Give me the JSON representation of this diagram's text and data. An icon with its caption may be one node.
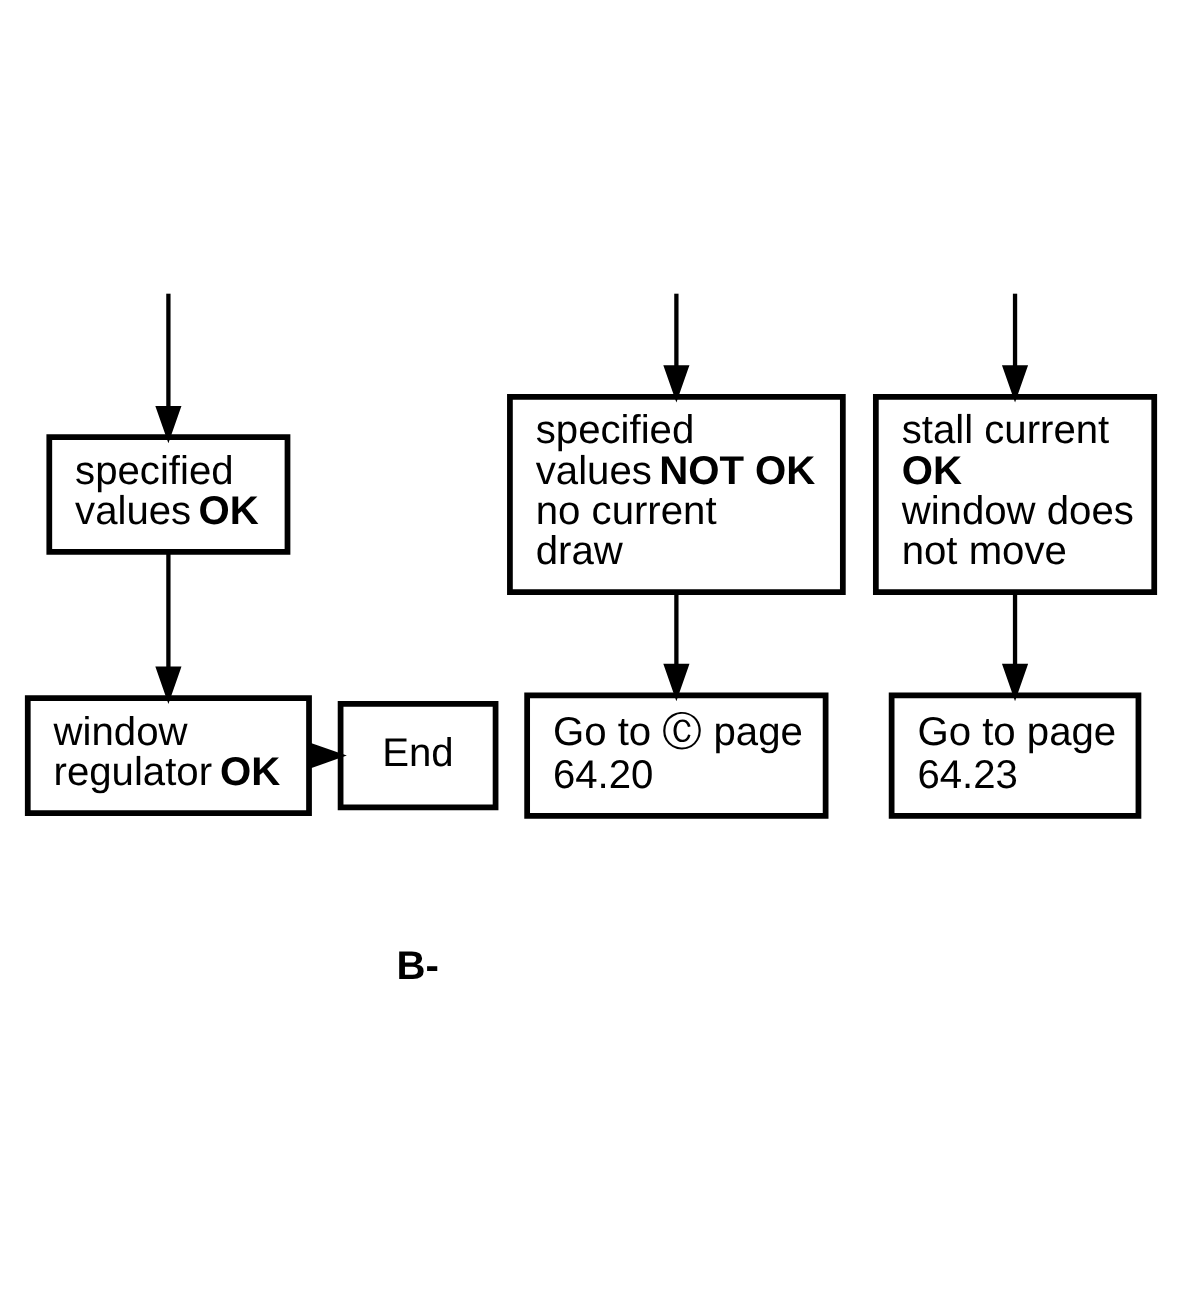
{
  "diagram": {
    "nodes": [
      {
        "text": [
          "specified values **OK**"
        ]
      },
      {
        "text": [
          "window regulator **OK**"
        ]
      },
      {
        "text": [
          "End"
        ]
      },
      {
        "text": [
          "specified values **NOT OK** no current draw"
        ]
      },
      {
        "text": [
          "stall current **OK** window does not move"
        ]
      },
      {
        "text": [
          "Go to Ⓒ page 64.20"
        ]
      },
      {
        "text": [
          "Go to page 64.23"
        ]
      }
    ],
    "edges": [
      {
        "from": null,
        "to": 0,
        "arrow": "to"
      },
      {
        "from": null,
        "to": 3,
        "arrow": "to"
      },
      {
        "from": null,
        "to": 4,
        "arrow": "to"
      },
      {
        "from": 0,
        "to": 1,
        "arrow": "to"
      },
      {
        "from": 1,
        "to": 2,
        "arrow": "to"
      },
      {
        "from": 3,
        "to": 5,
        "arrow": "to"
      },
      {
        "from": 4,
        "to": 6,
        "arrow": "to"
      }
    ],
    "labels": [
      "B-"
    ]
  }
}
